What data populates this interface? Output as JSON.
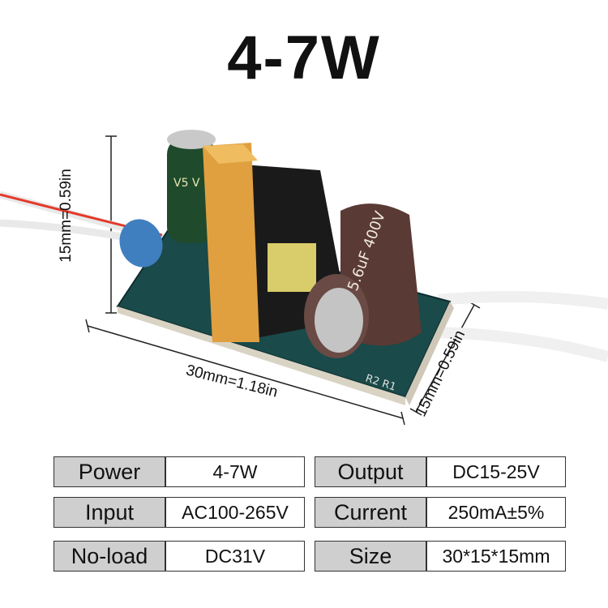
{
  "title": "4-7W",
  "dimensions": {
    "height_left": "15mm=0.59in",
    "length": "30mm=1.18in",
    "width_right": "15mm=0.59in"
  },
  "components": {
    "cap_small": "V5 V",
    "cap_large": "5.6uF 400V",
    "pcb_marks": "R2 R1"
  },
  "specs": [
    {
      "label": "Power",
      "value": "4-7W"
    },
    {
      "label": "Output",
      "value": "DC15-25V"
    },
    {
      "label": "Input",
      "value": "AC100-265V"
    },
    {
      "label": "Current",
      "value": "250mA±5%"
    },
    {
      "label": "No-load",
      "value": "DC31V"
    },
    {
      "label": "Size",
      "value": "30*15*15mm"
    }
  ],
  "colors": {
    "pcb": "#1a4a4a",
    "transformer": "#e0a040",
    "cap_large": "#5a3a34",
    "cap_small": "#1f4a2c",
    "wire_red": "#e33a2a",
    "label_bg": "#cfcfcf"
  }
}
